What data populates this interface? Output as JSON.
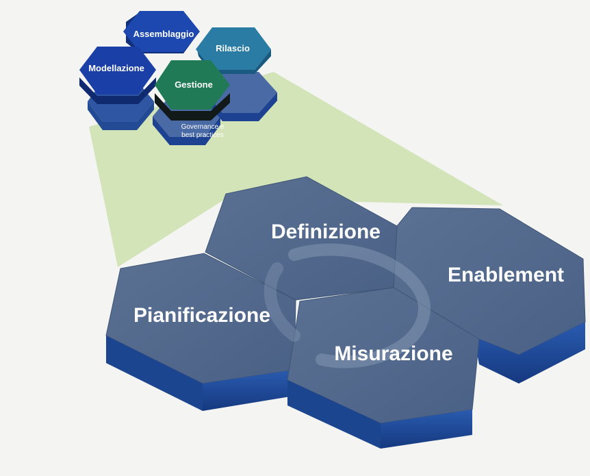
{
  "small_cluster": {
    "assemblaggio": "Assemblaggio",
    "rilascio": "Rilascio",
    "modellazione": "Modellazione",
    "gestione": "Gestione",
    "governance_line1": "Governance e",
    "governance_line2": "best practices"
  },
  "large_cluster": {
    "definizione": "Definizione",
    "enablement": "Enablement",
    "pianificazione": "Pianificazione",
    "misurazione": "Misurazione"
  },
  "colors": {
    "background": "#f4f4f3",
    "projection": "#cfe3b1",
    "large_top": "#52688a",
    "large_side": "#1f4b9a",
    "assemblaggio_top": "#1c48b0",
    "rilascio_top": "#2a7ca4",
    "modellazione_top": "#1a3fa6",
    "gestione_top": "#1f7a55",
    "base_top": "#4f6da3"
  }
}
